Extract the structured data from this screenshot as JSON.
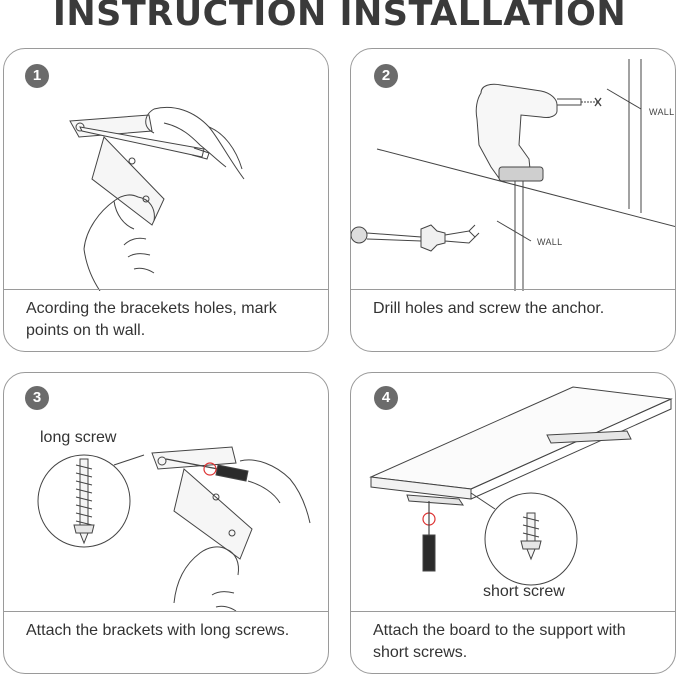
{
  "title": "INSTRUCTION INSTALLATION",
  "steps": [
    {
      "number": "1",
      "caption": "Acording the bracekets holes, mark points on th wall."
    },
    {
      "number": "2",
      "caption": "Drill holes and screw the anchor.",
      "wall_label_top": "WALL",
      "wall_label_bottom": "WALL"
    },
    {
      "number": "3",
      "caption": "Attach the brackets with long screws.",
      "screw_label": "long screw"
    },
    {
      "number": "4",
      "caption": "Attach the board to the support with short screws.",
      "screw_label": "short screw"
    }
  ]
}
